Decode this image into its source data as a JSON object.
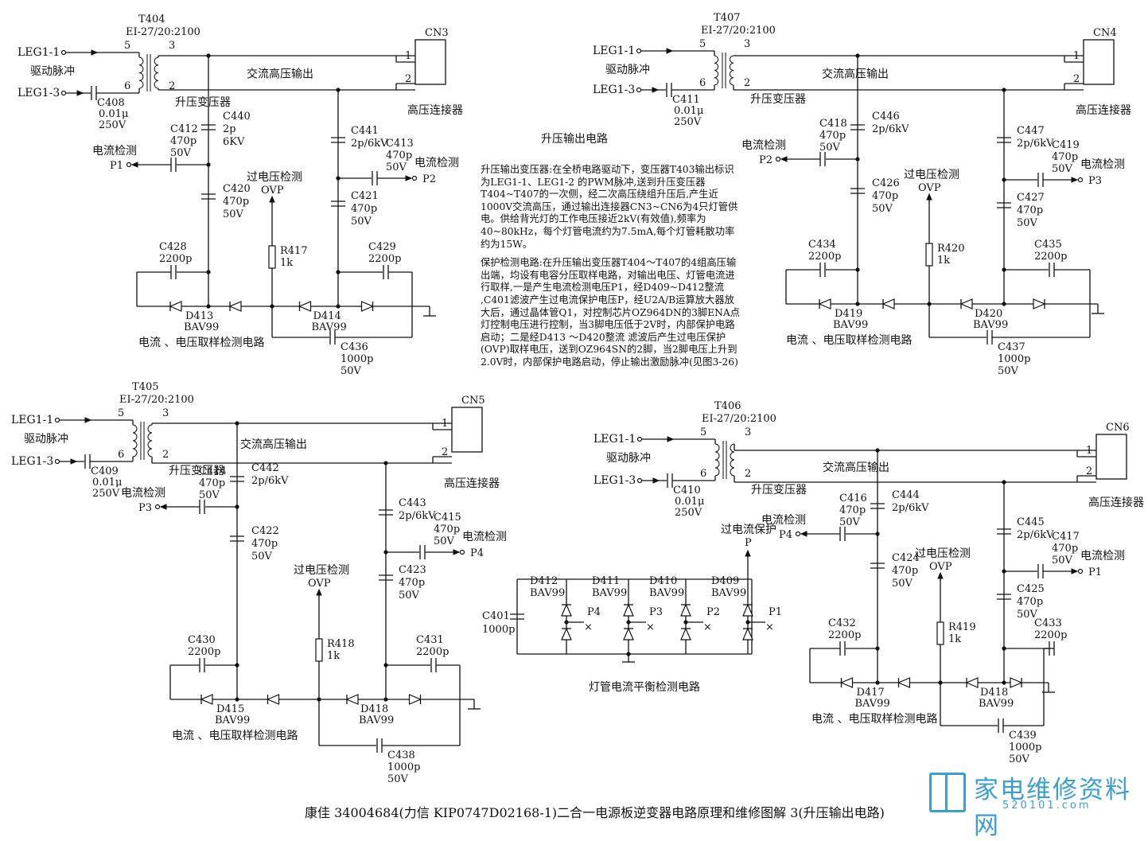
{
  "description": {
    "title": "升压输出电路",
    "para1": "升压输出变压器:在全桥电路驱动下，变压器T403输出标识为LEG1-1、LEG1-2 的PWM脉冲,送到升压变压器T404~T407的一次侧，经二次高压绕组升压后,产生近1000V交流高压，通过输出连接器CN3~CN6为4只灯管供电。供给背光灯的工作电压接近2kV(有效值),频率为40~80kHz，每个灯管电流约为7.5mA,每个灯管耗散功率约为15W。",
    "para2": "保护检测电路:在升压输出变压器T404～T407的4组高压输出端，均设有电容分压取样电路，对输出电压、灯管电流进行取样,一是产生电流检测电压P1，经D409~D412整流 ,C401滤波产生过电流保护电压P，经U2A/B运算放大器放大后，通过晶体管Q1，对控制芯片OZ964DN的3脚ENA点灯控制电压进行控制，当3脚电压低于2V时，内部保护电路启动；二是经D413 ～D420整流 滤波后产生过电压保护(OVP)取样电压，送到OZ964SN的2脚，当2脚电压上升到2.0V时，内部保护电路启动，停止输出激励脉冲(见图3-26)"
  },
  "caption": "康佳 34004684(力信 KIP0747D02168-1)二合一电源板逆变器电路原理和维修图解 3(升压输出电路)",
  "labels": {
    "core": "EI-27/20:2100",
    "drive": "驱动脉冲",
    "step_up": "升压变压器",
    "ac_hv": "交流高压输出",
    "hv_conn": "高压连接器",
    "cur_det": "电流检测",
    "ovp_det": "过电压检测",
    "ovp": "OVP",
    "sample": "电流 、电压取样检测电路",
    "pin1": "1",
    "pin2": "2",
    "pin3": "3",
    "pin5": "5",
    "pin6": "6"
  },
  "blocks": [
    {
      "id": "tl",
      "T": "T404",
      "CN": "CN3",
      "in1": "LEG1-1",
      "in3": "LEG1-3",
      "Cin": "C408",
      "Cin_v": "0.01μ",
      "Cin_r": "250V",
      "Chv1": "C440",
      "Chv1_v": "2p",
      "Chv1_r": "6KV",
      "Chv2": "C441",
      "Chv2_v": "2p/6kV",
      "Cl1": "C412",
      "Cl1_v": "470p",
      "Cl1_r": "50V",
      "Pl": "P1",
      "Cr1": "C413",
      "Cr1_v": "470p",
      "Cr1_r": "50V",
      "Pr": "P2",
      "Cl2": "C420",
      "Cl2_v": "470p",
      "Cl2_r": "50V",
      "Cr2": "C421",
      "Cr2_v": "470p",
      "Cr2_r": "50V",
      "Cbl": "C428",
      "Cbl_v": "2200p",
      "Cbr": "C429",
      "Cbr_v": "2200p",
      "R": "R417",
      "R_v": "1k",
      "Dl": "D413",
      "Dl_t": "BAV99",
      "Dr": "D414",
      "Dr_t": "BAV99",
      "Cf": "C436",
      "Cf_v": "1000p",
      "Cf_r": "50V"
    },
    {
      "id": "tr",
      "T": "T407",
      "CN": "CN4",
      "in1": "LEG1-1",
      "in3": "LEG1-3",
      "Cin": "C411",
      "Cin_v": "0.01μ",
      "Cin_r": "250V",
      "Chv1": "C446",
      "Chv1_v": "2p/6kV",
      "Chv1_r": "",
      "Chv2": "C447",
      "Chv2_v": "2p/6kV",
      "Cl1": "C418",
      "Cl1_v": "470p",
      "Cl1_r": "50V",
      "Pl": "P2",
      "Cr1": "C419",
      "Cr1_v": "470p",
      "Cr1_r": "50V",
      "Pr": "P3",
      "Cl2": "C426",
      "Cl2_v": "470p",
      "Cl2_r": "50V",
      "Cr2": "C427",
      "Cr2_v": "470p",
      "Cr2_r": "50V",
      "Cbl": "C434",
      "Cbl_v": "2200p",
      "Cbr": "C435",
      "Cbr_v": "2200p",
      "R": "R420",
      "R_v": "1k",
      "Dl": "D419",
      "Dl_t": "BAV99",
      "Dr": "D420",
      "Dr_t": "BAV99",
      "Cf": "C437",
      "Cf_v": "1000p",
      "Cf_r": "50V"
    },
    {
      "id": "bl",
      "T": "T405",
      "CN": "CN5",
      "in1": "LEG1-1",
      "in3": "LEG1-3",
      "Cin": "C409",
      "Cin_v": "0.01μ",
      "Cin_r": "250V",
      "Chv1": "C442",
      "Chv1_v": "2p/6kV",
      "Chv1_r": "",
      "Chv2": "C443",
      "Chv2_v": "2p/6kV",
      "Cl1": "C414",
      "Cl1_v": "470p",
      "Cl1_r": "50V",
      "Pl": "P3",
      "Cr1": "C415",
      "Cr1_v": "470p",
      "Cr1_r": "50V",
      "Pr": "P4",
      "Cl2": "C422",
      "Cl2_v": "470p",
      "Cl2_r": "50V",
      "Cr2": "C423",
      "Cr2_v": "470p",
      "Cr2_r": "50V",
      "Cbl": "C430",
      "Cbl_v": "2200p",
      "Cbr": "C431",
      "Cbr_v": "2200p",
      "R": "R418",
      "R_v": "1k",
      "Dl": "D415",
      "Dl_t": "BAV99",
      "Dr": "D418",
      "Dr_t": "BAV99",
      "Cf": "C438",
      "Cf_v": "1000p",
      "Cf_r": "50V"
    },
    {
      "id": "br",
      "T": "T406",
      "CN": "CN6",
      "in1": "LEG1-1",
      "in3": "LEG1-3",
      "Cin": "C410",
      "Cin_v": "0.01μ",
      "Cin_r": "250V",
      "Chv1": "C444",
      "Chv1_v": "2p/6kV",
      "Chv1_r": "",
      "Chv2": "C445",
      "Chv2_v": "2p/6kV",
      "Cl1": "C416",
      "Cl1_v": "470p",
      "Cl1_r": "50V",
      "Pl": "P4",
      "Cr1": "C417",
      "Cr1_v": "470p",
      "Cr1_r": "50V",
      "Pr": "P1",
      "Cl2": "C424",
      "Cl2_v": "470p",
      "Cl2_r": "50V",
      "Cr2": "C425",
      "Cr2_v": "470p",
      "Cr2_r": "50V",
      "Cbl": "C432",
      "Cbl_v": "2200p",
      "Cbr": "C433",
      "Cbr_v": "2200p",
      "R": "R419",
      "R_v": "1k",
      "Dl": "D417",
      "Dl_t": "BAV99",
      "Dr": "D418",
      "Dr_t": "BAV99",
      "Cf": "C439",
      "Cf_v": "1000p",
      "Cf_r": "50V"
    }
  ],
  "balance": {
    "title": "灯管电流平衡检测电路",
    "ocp": "过电流保护",
    "P": "P",
    "C": "C401",
    "C_v": "1000p",
    "diodes": [
      {
        "ref": "D412",
        "type": "BAV99",
        "tap": "P4"
      },
      {
        "ref": "D411",
        "type": "BAV99",
        "tap": "P3"
      },
      {
        "ref": "D410",
        "type": "BAV99",
        "tap": "P2"
      },
      {
        "ref": "D409",
        "type": "BAV99",
        "tap": "P1"
      }
    ]
  },
  "watermark": {
    "logo_text": "家电维修资料网",
    "url": "520101.com"
  }
}
